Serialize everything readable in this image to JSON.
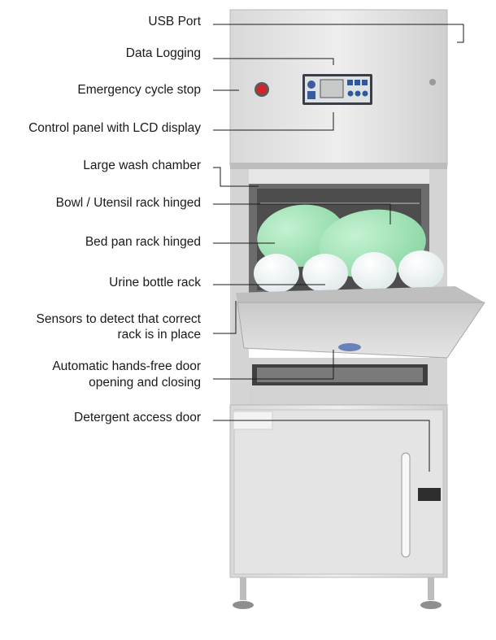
{
  "labels": {
    "usb_port": "USB Port",
    "data_logging": "Data Logging",
    "emergency_stop": "Emergency cycle stop",
    "control_panel": "Control panel with LCD display",
    "wash_chamber": "Large wash chamber",
    "bowl_rack": "Bowl / Utensil rack hinged",
    "bedpan_rack": "Bed pan rack hinged",
    "urine_rack": "Urine bottle rack",
    "sensors_line1": "Sensors to detect that correct",
    "sensors_line2": "rack is in place",
    "door_line1": "Automatic hands-free door",
    "door_line2": "opening and closing",
    "detergent_door": "Detergent access door"
  },
  "colors": {
    "steel_light": "#e9e9e9",
    "steel_mid": "#cfcfcf",
    "steel_dark": "#a9a9a9",
    "lcd": "#c6cbc9",
    "stop_button": "#d4242b",
    "bowl_green": "#9fe2b6",
    "bottle_white": "#f1f5f6",
    "leader_line": "#1a1a1a"
  }
}
